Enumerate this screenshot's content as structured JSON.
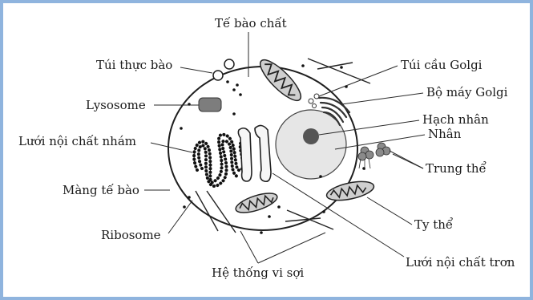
{
  "labels": {
    "cytoplasm": "Tế bào chất",
    "phagocytic_vesicle": "Túi thực bào",
    "golgi_vesicle": "Túi cầu Golgi",
    "golgi_apparatus": "Bộ máy Golgi",
    "nucleolus": "Hạch nhân",
    "nucleus": "Nhân",
    "lysosome": "Lysosome",
    "rough_er": "Lưới nội chất nhám",
    "centrosome": "Trung thể",
    "cell_membrane": "Màng tế bào",
    "mitochondrion": "Ty thể",
    "ribosome": "Ribosome",
    "smooth_er": "Lưới nội chất trơn",
    "microfilaments": "Hệ thống vi sợi"
  }
}
